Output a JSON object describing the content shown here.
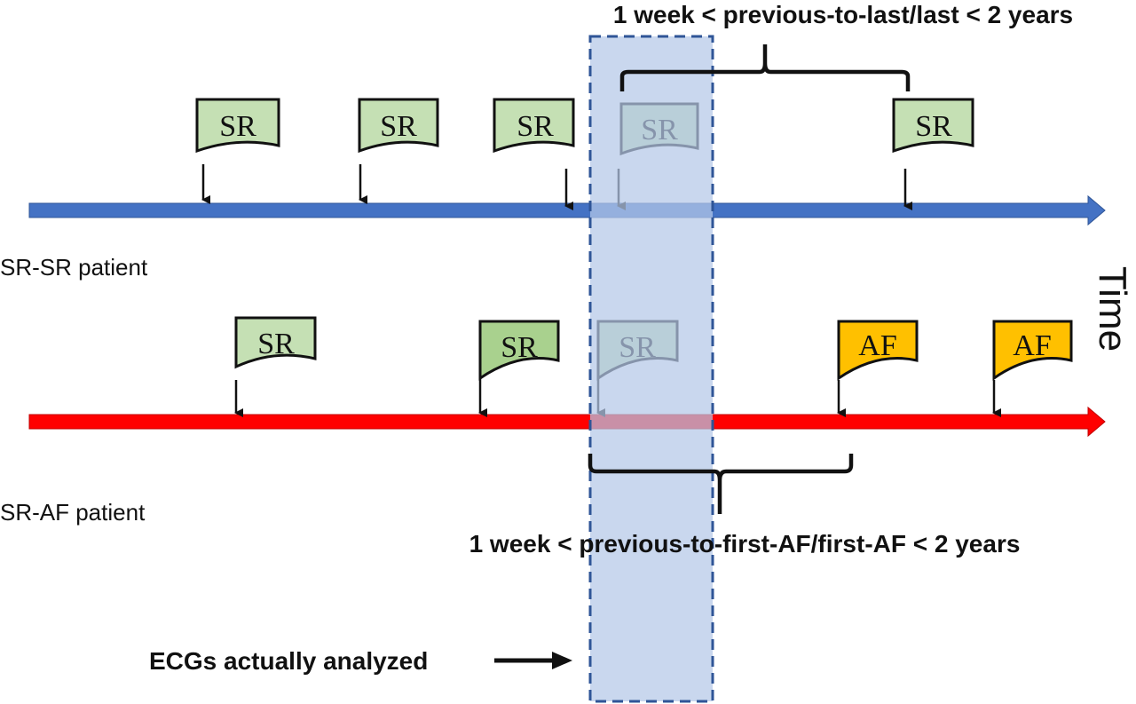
{
  "diagram": {
    "time_label": "Time",
    "colors": {
      "sr_fill": "#c5e0b4",
      "sr_fill_dark": "#a9d18e",
      "af_fill": "#ffc000",
      "timeline_sr": "#4472c4",
      "timeline_af": "#ff0000",
      "highlight": "#b4c7e7",
      "highlight_border": "#2f5597"
    },
    "sr_sr": {
      "label": "SR-SR patient",
      "ecgs": [
        "SR",
        "SR",
        "SR",
        "SR",
        "SR"
      ],
      "bracket_label": "1 week < previous-to-last/last < 2 years"
    },
    "sr_af": {
      "label": "SR-AF patient",
      "ecgs": [
        "SR",
        "SR",
        "SR",
        "AF",
        "AF"
      ],
      "bracket_label": "1 week < previous-to-first-AF/first-AF < 2 years"
    },
    "analyzed_label": "ECGs actually analyzed"
  }
}
